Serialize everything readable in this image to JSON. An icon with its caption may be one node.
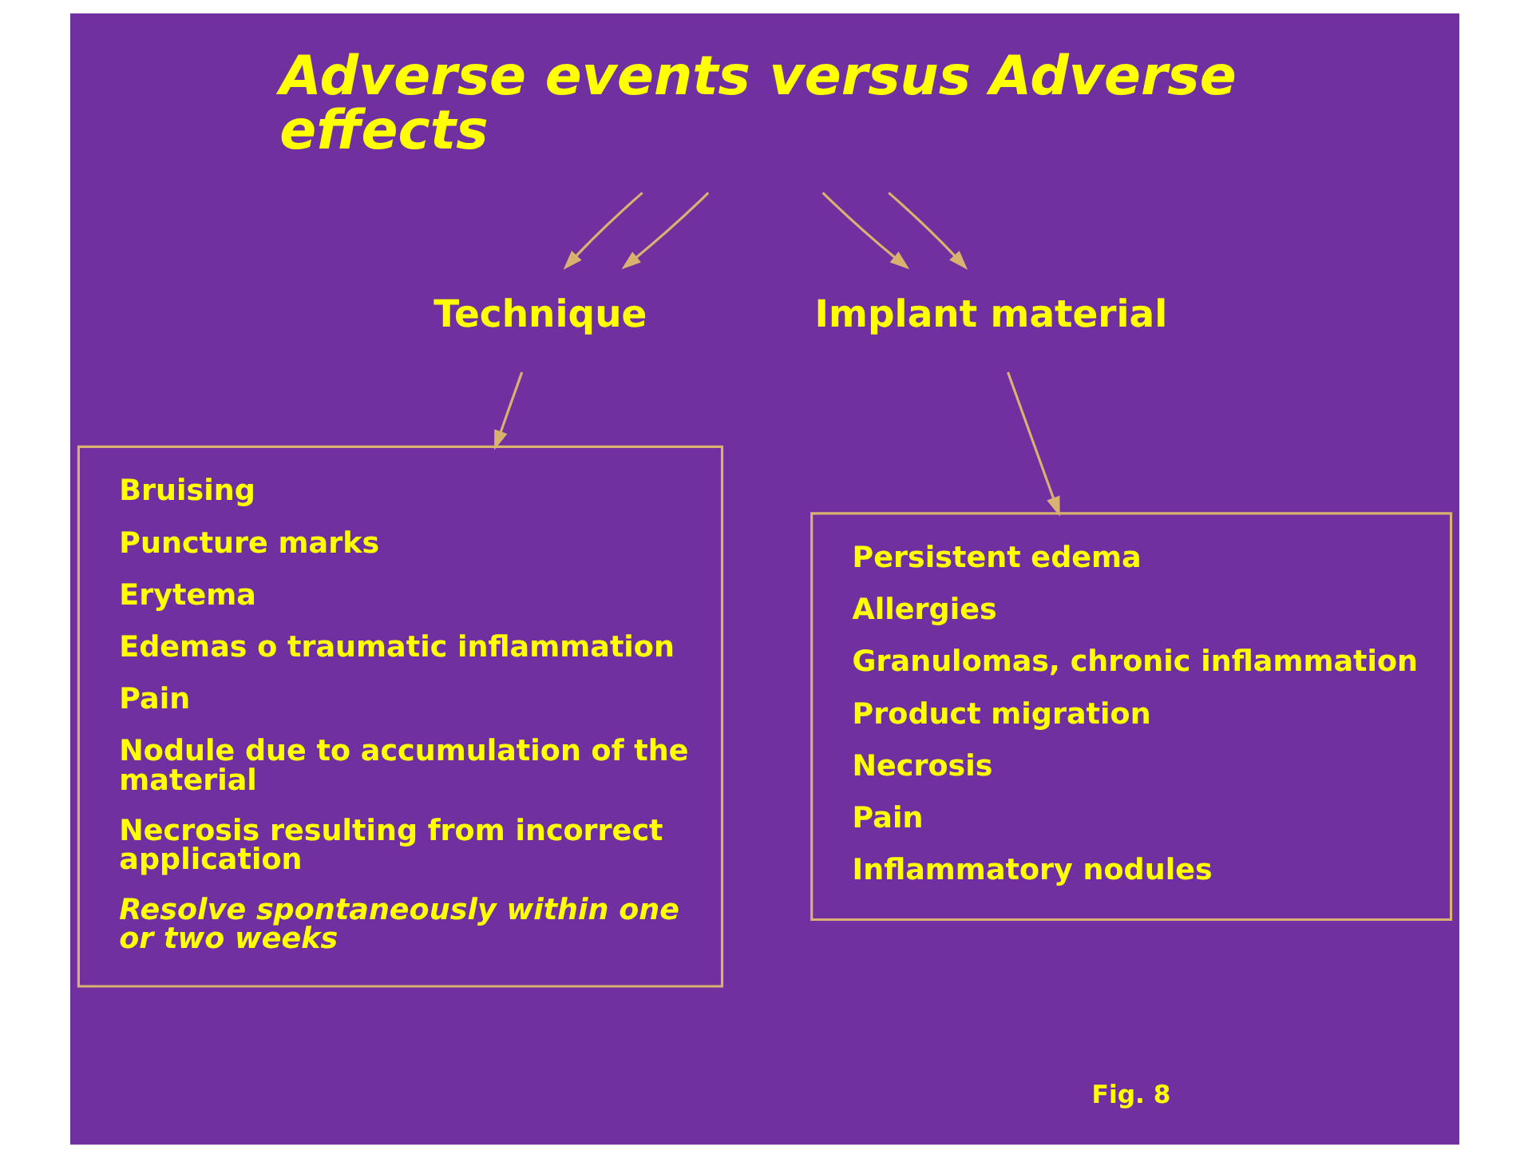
{
  "diagram": {
    "nodes": [
      {
        "text": [
          "Adverse events versus Adverse effects"
        ]
      },
      {
        "text": [
          "Technique"
        ]
      },
      {
        "text": [
          "Implant material"
        ]
      },
      {
        "text": [
          "Bruising",
          "Puncture marks",
          "Erytema",
          "Edemas o traumatic inflammation",
          "Pain",
          "Nodule due to accumulation of the material",
          "Necrosis resulting from incorrect application",
          "Resolve spontaneously within one or two weeks"
        ]
      },
      {
        "text": [
          "Persistent edema",
          "Allergies",
          "Granulomas, chronic inflammation",
          "Product migration",
          "Necrosis",
          "Pain",
          "Inflammatory nodules"
        ]
      }
    ],
    "edges": [
      {
        "from": 0,
        "to": 1,
        "arrow": "to"
      },
      {
        "from": 0,
        "to": 1,
        "arrow": "to"
      },
      {
        "from": 0,
        "to": 2,
        "arrow": "to"
      },
      {
        "from": 0,
        "to": 2,
        "arrow": "to"
      },
      {
        "from": 1,
        "to": 3,
        "arrow": "to"
      },
      {
        "from": 2,
        "to": 4,
        "arrow": "to"
      }
    ],
    "labels": [
      "Fig. 8"
    ]
  }
}
